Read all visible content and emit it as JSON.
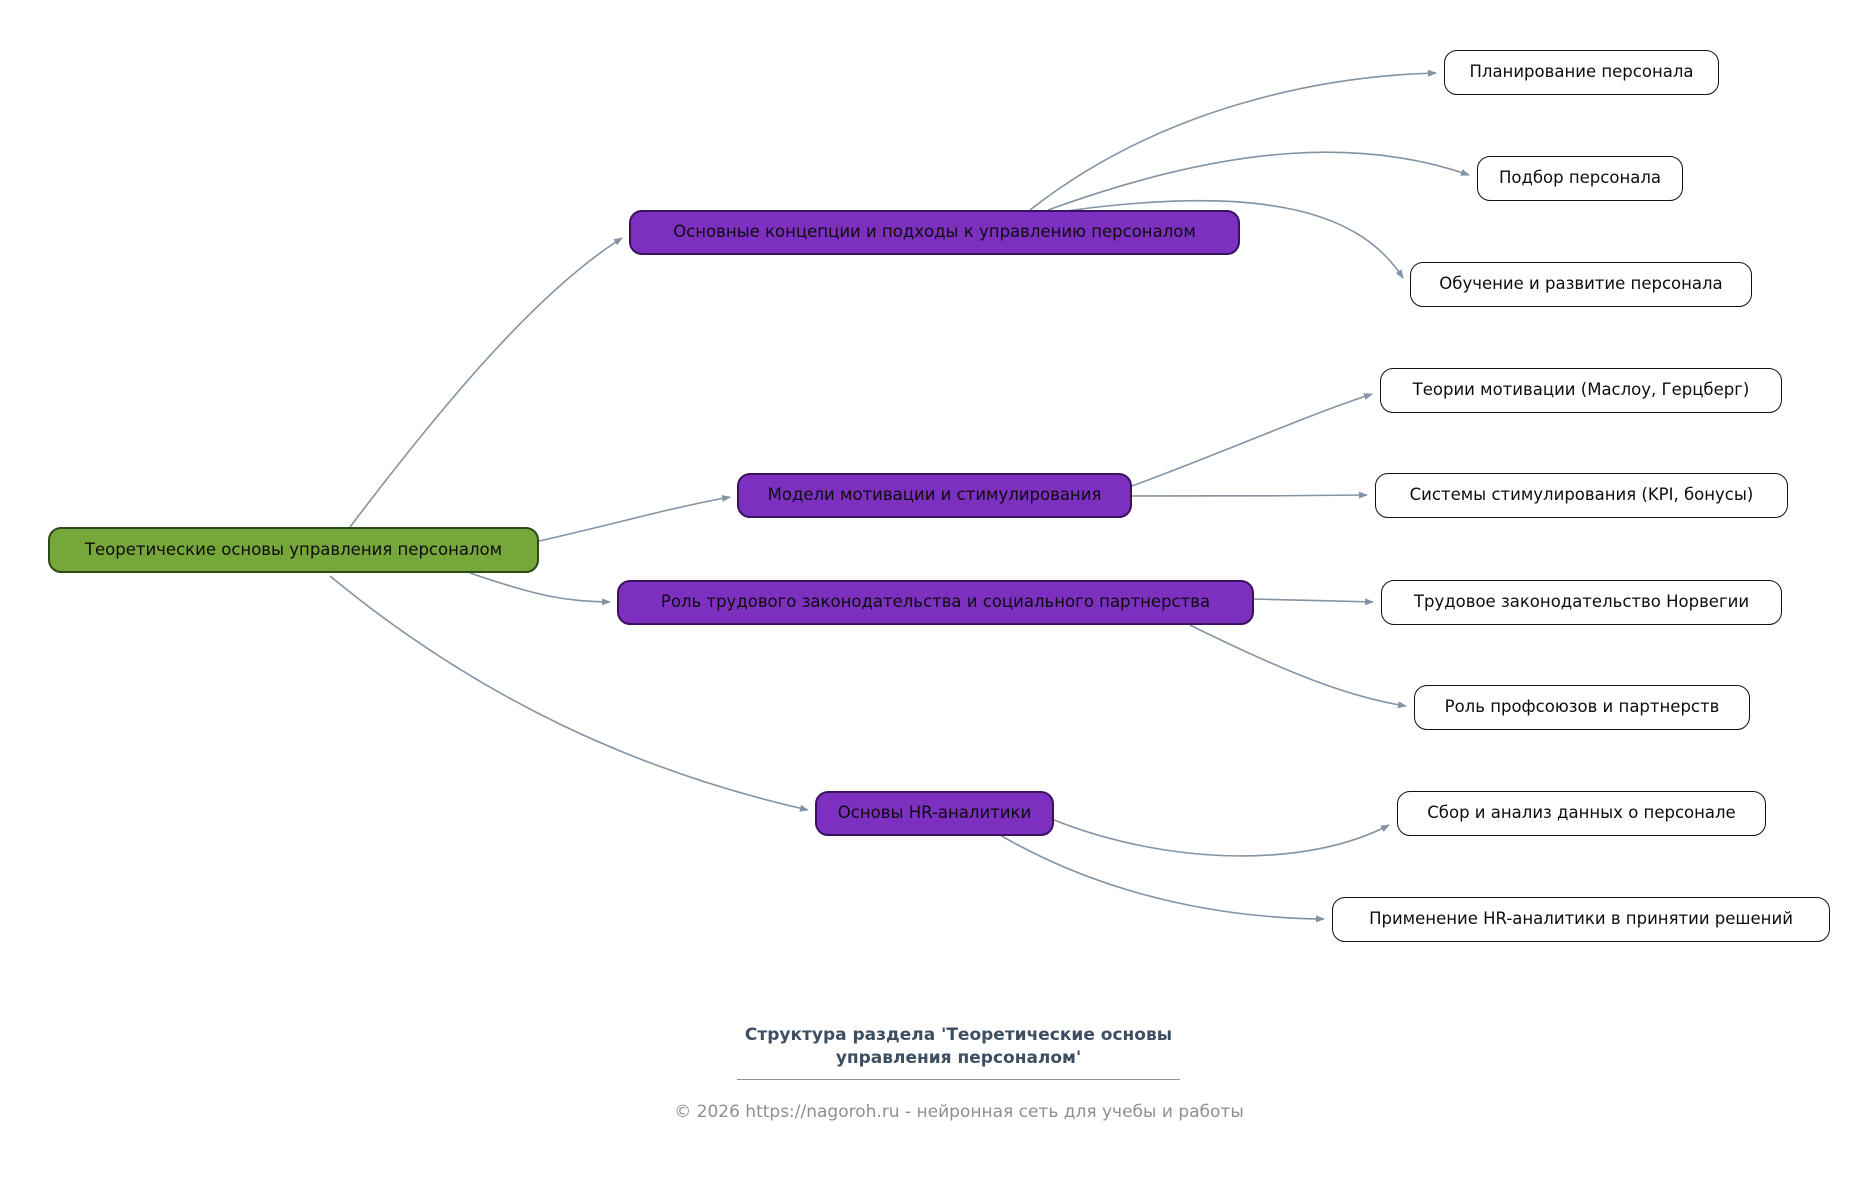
{
  "colors": {
    "root_fill": "#76a73b",
    "root_border": "#2f4a16",
    "branch_fill": "#7d30c0",
    "branch_border": "#3a1160",
    "leaf_fill": "#ffffff",
    "leaf_border": "#111111",
    "edge_color": "#8393a3",
    "caption_color": "#3d4e63",
    "footer_color": "#8b9096"
  },
  "mindmap": {
    "root": {
      "label": "Теоретические основы управления персоналом"
    },
    "branches": [
      {
        "label": "Основные концепции и подходы к управлению персоналом",
        "children": [
          {
            "label": "Планирование персонала"
          },
          {
            "label": "Подбор персонала"
          },
          {
            "label": "Обучение и развитие персонала"
          }
        ]
      },
      {
        "label": "Модели мотивации и стимулирования",
        "children": [
          {
            "label": "Теории мотивации (Маслоу, Герцберг)"
          },
          {
            "label": "Системы стимулирования (KPI, бонусы)"
          }
        ]
      },
      {
        "label": "Роль трудового законодательства и социального партнерства",
        "children": [
          {
            "label": "Трудовое законодательство Норвегии"
          },
          {
            "label": "Роль профсоюзов и партнерств"
          }
        ]
      },
      {
        "label": "Основы HR-аналитики",
        "children": [
          {
            "label": "Сбор и анализ данных о персонале"
          },
          {
            "label": "Применение HR-аналитики в принятии решений"
          }
        ]
      }
    ]
  },
  "caption": {
    "line1": "Структура раздела 'Теоретические основы",
    "line2": "управления персоналом'"
  },
  "footer": {
    "text": "© 2026 https://nagoroh.ru - нейронная сеть для учебы и работы"
  }
}
